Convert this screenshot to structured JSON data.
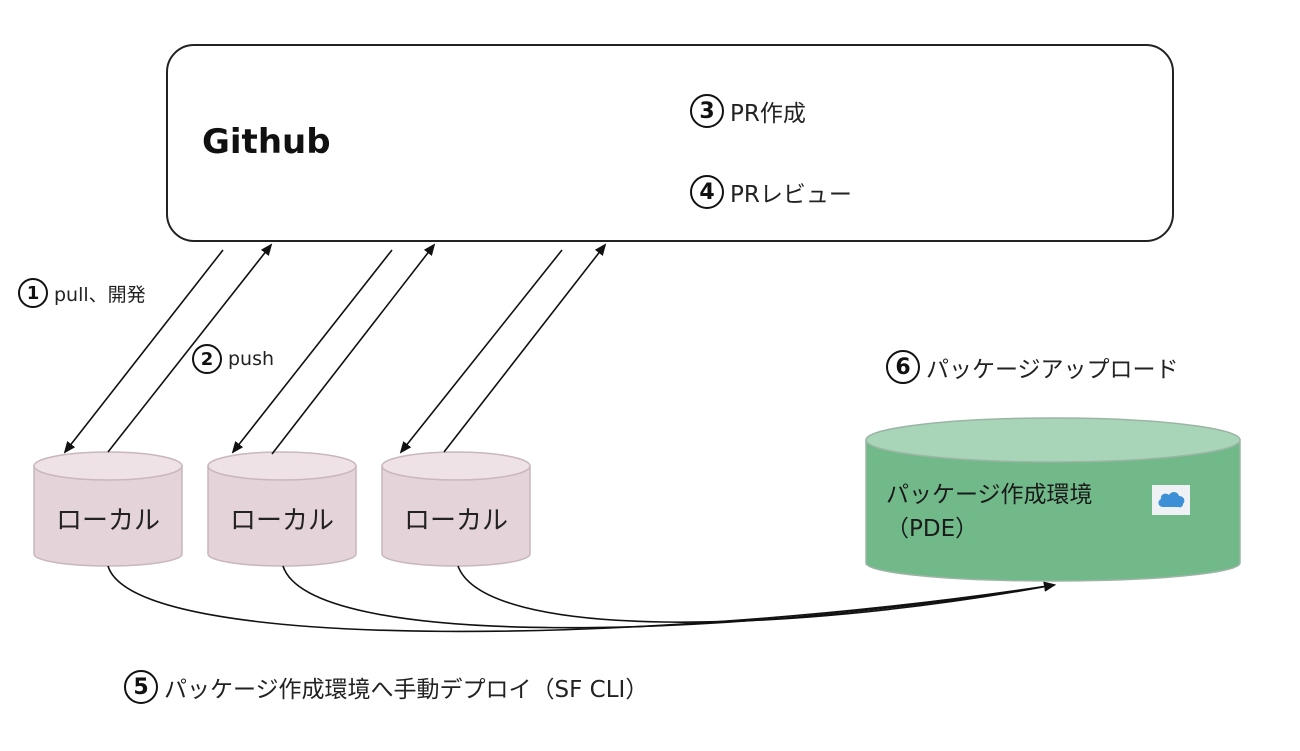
{
  "github": {
    "title": "Github"
  },
  "steps": {
    "s1": {
      "num": "1",
      "label": "pull、開発"
    },
    "s2": {
      "num": "2",
      "label": "push"
    },
    "s3": {
      "num": "3",
      "label": "PR作成"
    },
    "s4": {
      "num": "4",
      "label": "PRレビュー"
    },
    "s5": {
      "num": "5",
      "label": "パッケージ作成環境へ手動デプロイ（SF CLI）"
    },
    "s6": {
      "num": "6",
      "label": "パッケージアップロード"
    }
  },
  "locals": [
    {
      "label": "ローカル"
    },
    {
      "label": "ローカル"
    },
    {
      "label": "ローカル"
    }
  ],
  "pde": {
    "line1": "パッケージ作成環境",
    "line2": "（PDE）"
  },
  "icons": {
    "cloud": "salesforce-cloud-icon"
  },
  "colors": {
    "local_fill": "#e5d3da",
    "local_top": "#efe2e7",
    "local_stroke": "#c9b6be",
    "pde_fill": "#72b98a",
    "pde_top": "#a8d5b8",
    "pde_stroke": "#9bb5a5",
    "arrow": "#111111",
    "cloud": "#3d8fd6"
  }
}
